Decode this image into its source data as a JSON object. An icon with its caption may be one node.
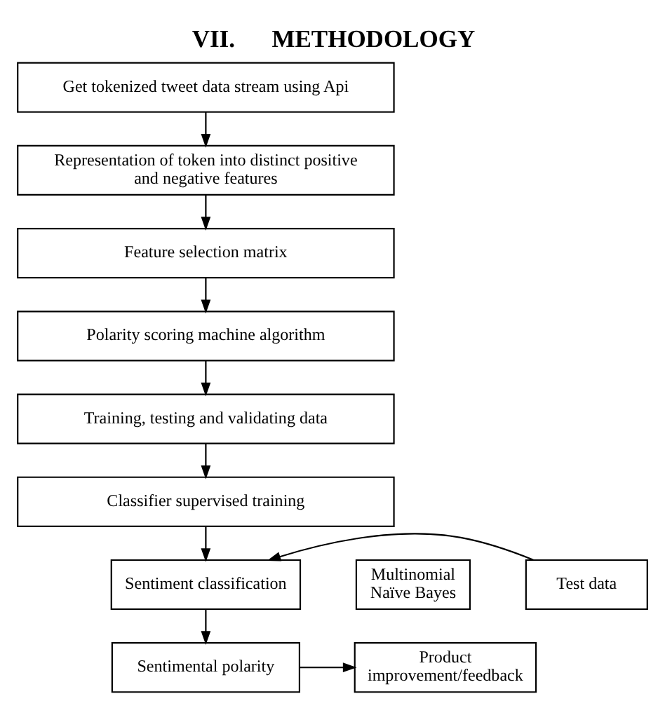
{
  "diagram": {
    "title": "VII.      METHODOLOGY",
    "nodes": [
      {
        "text": [
          "Get tokenized tweet data stream using Api"
        ]
      },
      {
        "text": [
          "Representation of token into distinct positive and negative features"
        ]
      },
      {
        "text": [
          "Feature selection matrix"
        ]
      },
      {
        "text": [
          "Polarity scoring machine algorithm"
        ]
      },
      {
        "text": [
          "Training, testing and validating data"
        ]
      },
      {
        "text": [
          "Classifier supervised training"
        ]
      },
      {
        "text": [
          "Multinomial Naïve Bayes"
        ]
      },
      {
        "text": [
          "Test data"
        ]
      },
      {
        "text": [
          "Sentiment classification"
        ]
      },
      {
        "text": [
          "Sentimental polarity"
        ]
      },
      {
        "text": [
          "Product improvement/feedback"
        ]
      }
    ],
    "edges": [
      {
        "from": 0,
        "to": 1,
        "arrow": "to"
      },
      {
        "from": 1,
        "to": 2,
        "arrow": "to"
      },
      {
        "from": 2,
        "to": 3,
        "arrow": "to"
      },
      {
        "from": 3,
        "to": 4,
        "arrow": "to"
      },
      {
        "from": 4,
        "to": 5,
        "arrow": "to"
      },
      {
        "from": 5,
        "to": 8,
        "arrow": "to"
      },
      {
        "from": 7,
        "to": 8,
        "arrow": "to"
      },
      {
        "from": 8,
        "to": 9,
        "arrow": "to"
      },
      {
        "from": 9,
        "to": 10,
        "arrow": "to"
      }
    ]
  }
}
